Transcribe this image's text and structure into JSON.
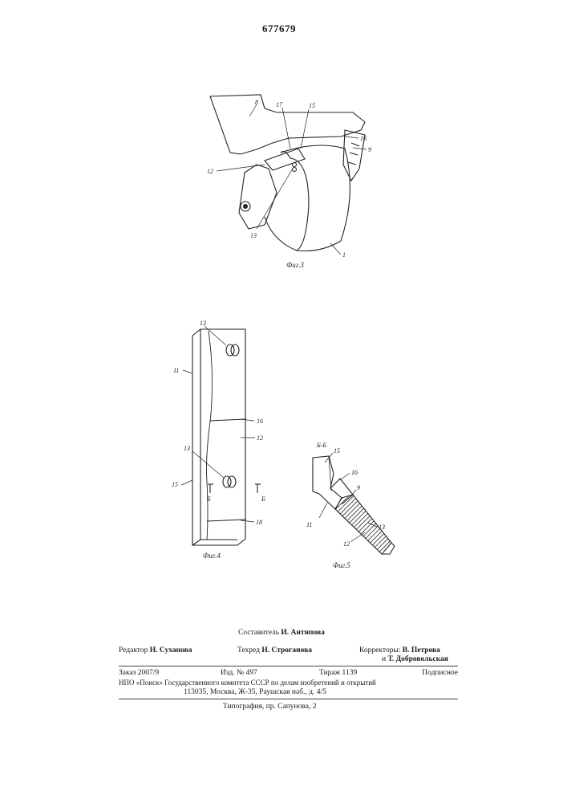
{
  "patent_number": "677679",
  "figures": {
    "fig3": {
      "caption": "Фиг.3",
      "labels": {
        "l8": "8",
        "l17": "17",
        "l15": "15",
        "l16": "16",
        "l9": "9",
        "l12": "12",
        "l13": "13",
        "l1": "1"
      }
    },
    "fig4": {
      "caption": "Фиг.4",
      "labels": {
        "l13a": "13",
        "l11": "11",
        "l16": "16",
        "l12": "12",
        "l13b": "13",
        "l15": "15",
        "l18": "18",
        "sec_left": "Б",
        "sec_right": "Б"
      }
    },
    "fig5": {
      "caption": "Фиг.5",
      "section_title": "Б-Б",
      "labels": {
        "l15": "15",
        "l16": "16",
        "l9": "9",
        "l11": "11",
        "l12": "12",
        "l13": "13"
      }
    }
  },
  "imprint": {
    "compiler_label": "Составитель",
    "compiler_name": "И. Антипова",
    "editor_label": "Редактор",
    "editor_name": "Н. Суханова",
    "techred_label": "Техред",
    "techred_name": "Н. Строганова",
    "correctors_label": "Корректоры:",
    "corrector1": "В. Петрова",
    "corrector2_prefix": "и",
    "corrector2": "Т. Добровольская",
    "order": "Заказ 2007/9",
    "izd": "Изд. № 497",
    "tirazh": "Тираж 1139",
    "podpisnoe": "Подписное",
    "org_line": "НПО «Поиск» Государственного комитета СССР по делам изобретений и открытий",
    "address_line": "113035, Москва, Ж-35, Раушская наб., д. 4/5",
    "printer_line": "Типография, пр. Сапунова, 2"
  }
}
